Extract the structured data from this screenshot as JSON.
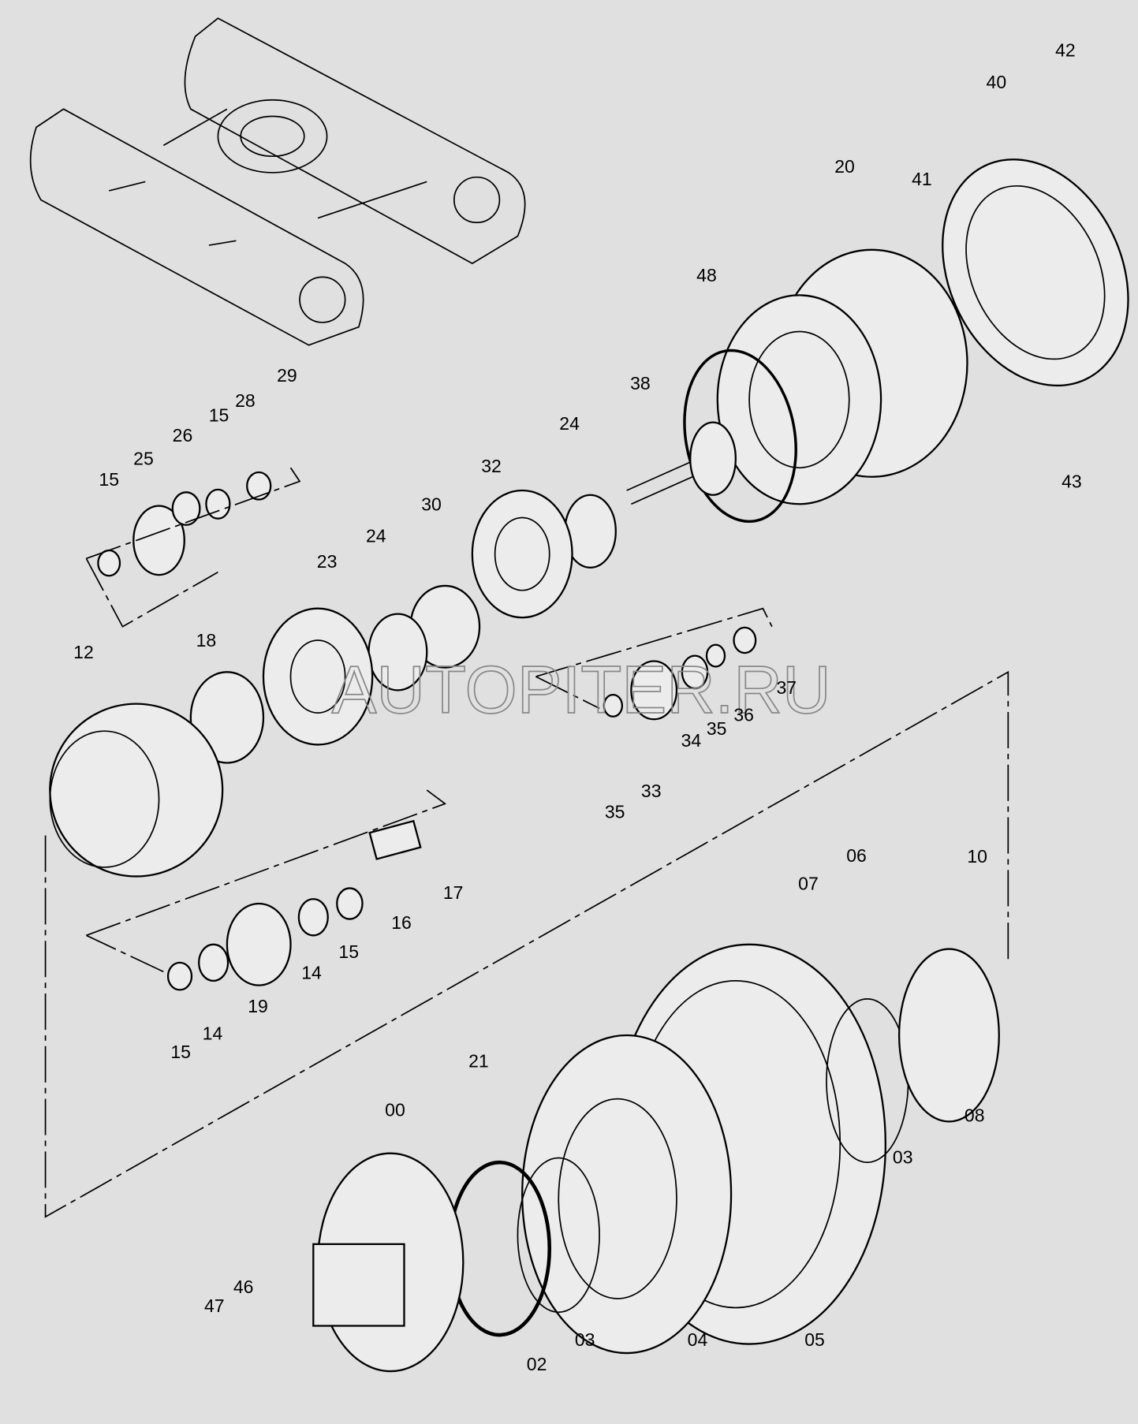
{
  "watermark": "AUTOPITER.RU",
  "labels": [
    "42",
    "40",
    "20",
    "41",
    "48",
    "38",
    "24",
    "29",
    "28",
    "15",
    "26",
    "25",
    "15",
    "32",
    "30",
    "24",
    "23",
    "12",
    "18",
    "43",
    "37",
    "36",
    "35",
    "34",
    "33",
    "35",
    "06",
    "10",
    "07",
    "17",
    "16",
    "15",
    "14",
    "19",
    "14",
    "15",
    "08",
    "21",
    "00",
    "03",
    "46",
    "47",
    "02",
    "03",
    "04",
    "05"
  ],
  "colors": {
    "background": "#e0e0e0",
    "line": "#000000"
  }
}
